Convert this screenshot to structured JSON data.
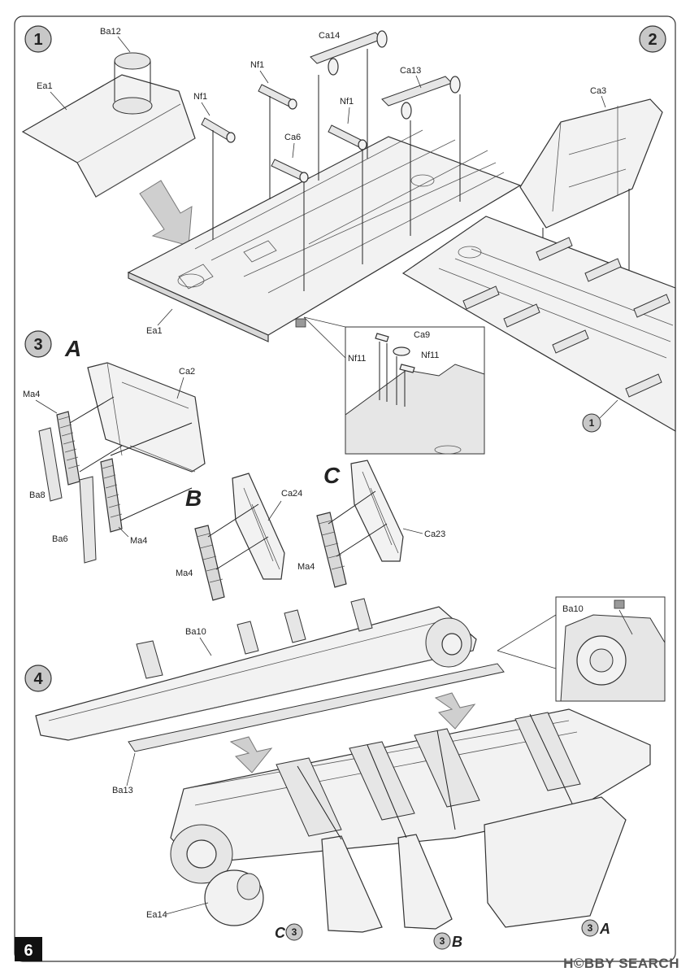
{
  "steps": {
    "s1": "1",
    "s2": "2",
    "s3": "3",
    "s4": "4"
  },
  "variants": {
    "a": "A",
    "b": "B",
    "c": "C"
  },
  "labels": {
    "ea1_top": "Ea1",
    "ba12": "Ba12",
    "nf1_left": "Nf1",
    "nf1_mid": "Nf1",
    "nf1_right": "Nf1",
    "ca6": "Ca6",
    "ca14": "Ca14",
    "ca13": "Ca13",
    "ea1_bottom": "Ea1",
    "ca3": "Ca3",
    "nf11_left": "Nf11",
    "ca9": "Ca9",
    "nf11_right": "Nf11",
    "ca2": "Ca2",
    "ma4_a1": "Ma4",
    "ba8": "Ba8",
    "ba6": "Ba6",
    "ma4_a2": "Ma4",
    "ca24": "Ca24",
    "ma4_b": "Ma4",
    "ca23": "Ca23",
    "ma4_c": "Ma4",
    "ba10_main": "Ba10",
    "ba10_detail": "Ba10",
    "ba13": "Ba13",
    "ea14": "Ea14"
  },
  "refs": {
    "step2_ref": "1",
    "c_ref_letter": "C",
    "c_ref_num": "3",
    "b_ref_num": "3",
    "b_ref_letter": "B",
    "a_ref_num": "3",
    "a_ref_letter": "A"
  },
  "footer": {
    "page_number": "6",
    "watermark": "H©BBY SEARCH"
  },
  "colors": {
    "ink": "#222222",
    "step_circle": "#c8c8c8",
    "page_badge": "#111111",
    "arrow_fill": "#cfcfcf"
  }
}
